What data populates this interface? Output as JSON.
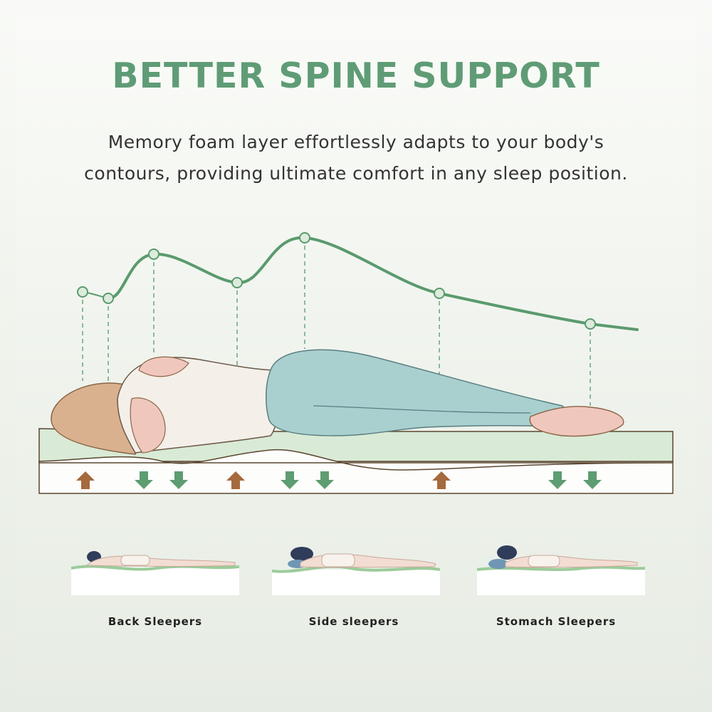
{
  "heading": {
    "title": "BETTER SPINE SUPPORT",
    "subtitle_line1": "Memory foam layer effortlessly adapts to your body's",
    "subtitle_line2": "contours, providing ultimate comfort in any sleep position."
  },
  "colors": {
    "accent_green": "#5f9c76",
    "curve_green": "#5a9a6e",
    "arrow_down": "#5e9c71",
    "arrow_up": "#a56a3e",
    "foam_green": "#d9ead6",
    "text_dark": "#333333"
  },
  "icons": [
    "arrow-up-icon",
    "arrow-down-icon",
    "curve-node-icon"
  ],
  "sleep_positions": [
    {
      "label": "Back Sleepers"
    },
    {
      "label": "Side sleepers"
    },
    {
      "label": "Stomach Sleepers"
    }
  ]
}
